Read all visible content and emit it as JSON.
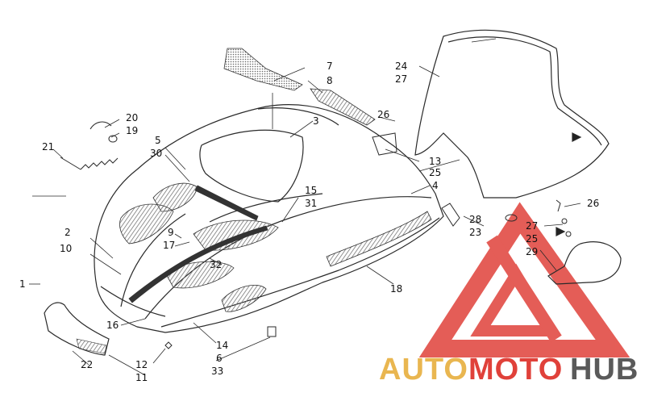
{
  "colors": {
    "line": "#2a2a2a",
    "hatch": "#7a7a7a",
    "watermark_red": "#e0413a",
    "watermark_gold": "#e9b650",
    "watermark_gray": "#5a5a5a"
  },
  "callouts": {
    "c1": "1",
    "c2": "2",
    "c3": "3",
    "c4": "4",
    "c5": "5",
    "c6": "6",
    "c7": "7",
    "c8": "8",
    "c9": "9",
    "c10": "10",
    "c11": "11",
    "c12": "12",
    "c13": "13",
    "c14": "14",
    "c15": "15",
    "c16": "16",
    "c17": "17",
    "c18": "18",
    "c19": "19",
    "c20": "20",
    "c21": "21",
    "c22": "22",
    "c23": "23",
    "c24": "24",
    "c25a": "25",
    "c25b": "25",
    "c26a": "26",
    "c26b": "26",
    "c27a": "27",
    "c27b": "27",
    "c28": "28",
    "c29": "29",
    "c30": "30",
    "c31": "31",
    "c32": "32",
    "c33": "33"
  },
  "watermark": {
    "part1": "AUTO",
    "part2": "MOTO",
    "part3": "HUB"
  }
}
